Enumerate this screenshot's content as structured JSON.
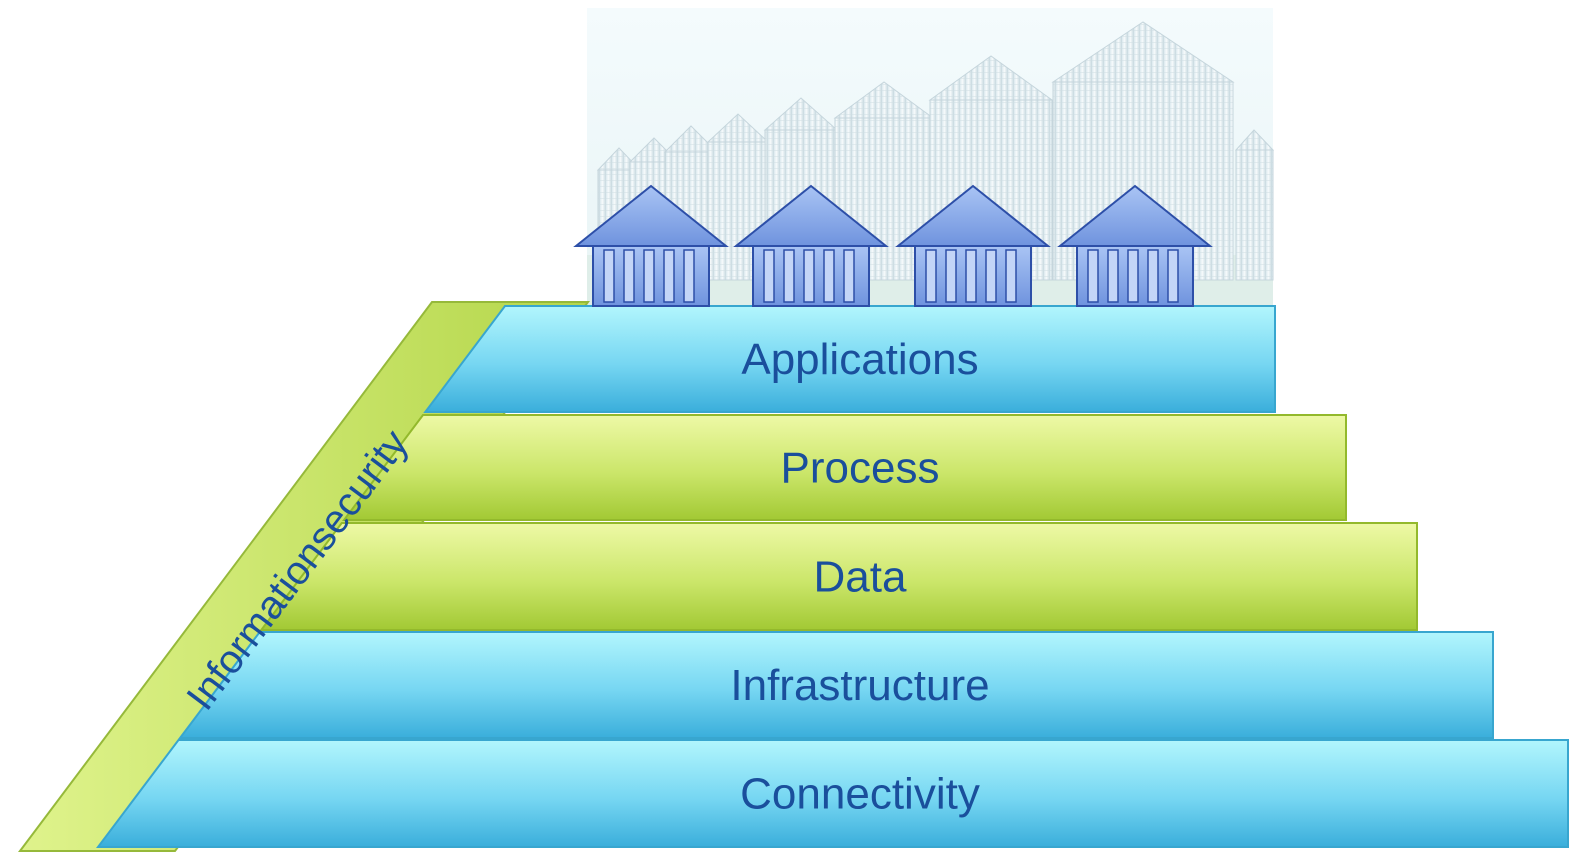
{
  "layers": [
    {
      "label": "Applications",
      "color": "blue"
    },
    {
      "label": "Process",
      "color": "green"
    },
    {
      "label": "Data",
      "color": "green"
    },
    {
      "label": "Infrastructure",
      "color": "blue"
    },
    {
      "label": "Connectivity",
      "color": "blue"
    }
  ],
  "side_label": "Informationsecurity",
  "colors": {
    "blue_top": "#a9f2fb",
    "blue_bottom": "#3fb6e0",
    "green_top": "#e6f69a",
    "green_bottom": "#a8cf3a",
    "text": "#1a4f9c",
    "house_fill": "#8fb0ec",
    "house_stroke": "#2d4fa8"
  },
  "houses": [
    {
      "icon": "silo-house-icon"
    },
    {
      "icon": "silo-house-icon"
    },
    {
      "icon": "silo-house-icon"
    },
    {
      "icon": "silo-house-icon"
    }
  ],
  "background_image": {
    "icon": "grain-silos-photo"
  }
}
